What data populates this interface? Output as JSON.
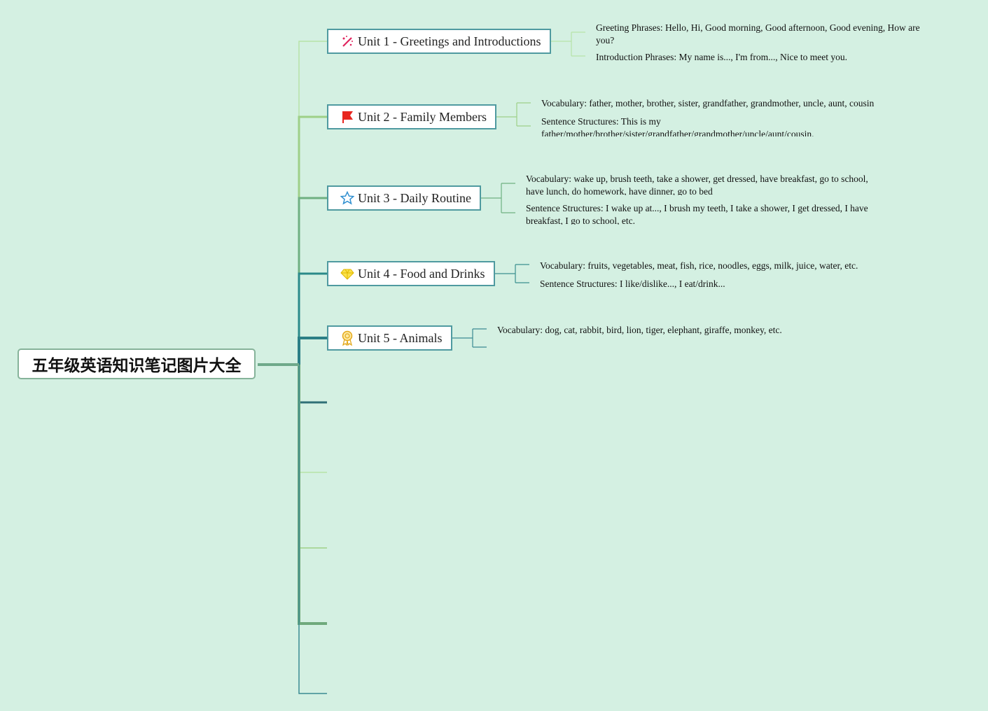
{
  "root": {
    "title": "五年级英语知识笔记图片大全"
  },
  "units": [
    {
      "title": "Unit 1 - Greetings and Introductions",
      "icon": "magic-wand-icon",
      "notes": [
        "Greeting Phrases: Hello, Hi, Good morning, Good afternoon, Good evening, How are you?",
        "Introduction Phrases: My name is..., I'm from..., Nice to meet you."
      ]
    },
    {
      "title": "Unit 2 - Family Members",
      "icon": "red-flag-icon",
      "notes": [
        "Vocabulary: father, mother, brother, sister, grandfather, grandmother, uncle, aunt, cousin",
        "Sentence Structures: This is my father/mother/brother/sister/grandfather/grandmother/uncle/aunt/cousin."
      ]
    },
    {
      "title": "Unit 3 - Daily Routine",
      "icon": "star-icon",
      "notes": [
        "Vocabulary: wake up, brush teeth, take a shower, get dressed, have breakfast, go to school, have lunch, do homework, have dinner, go to bed",
        "Sentence Structures: I wake up at..., I brush my teeth, I take a shower, I get dressed, I have breakfast, I go to school, etc."
      ]
    },
    {
      "title": "Unit 4 - Food and Drinks",
      "icon": "diamond-icon",
      "notes": [
        "Vocabulary: fruits, vegetables, meat, fish, rice, noodles, eggs, milk, juice, water, etc.",
        "Sentence Structures: I like/dislike..., I eat/drink..."
      ]
    },
    {
      "title": "Unit 5 - Animals",
      "icon": "medal-icon",
      "notes": [
        "Vocabulary: dog, cat, rabbit, bird, lion, tiger, elephant, giraffe, monkey, etc."
      ]
    }
  ],
  "colors": {
    "background": "#d4f0e2",
    "topic_border": "#4f9aa0",
    "root_border": "#86b39a"
  }
}
